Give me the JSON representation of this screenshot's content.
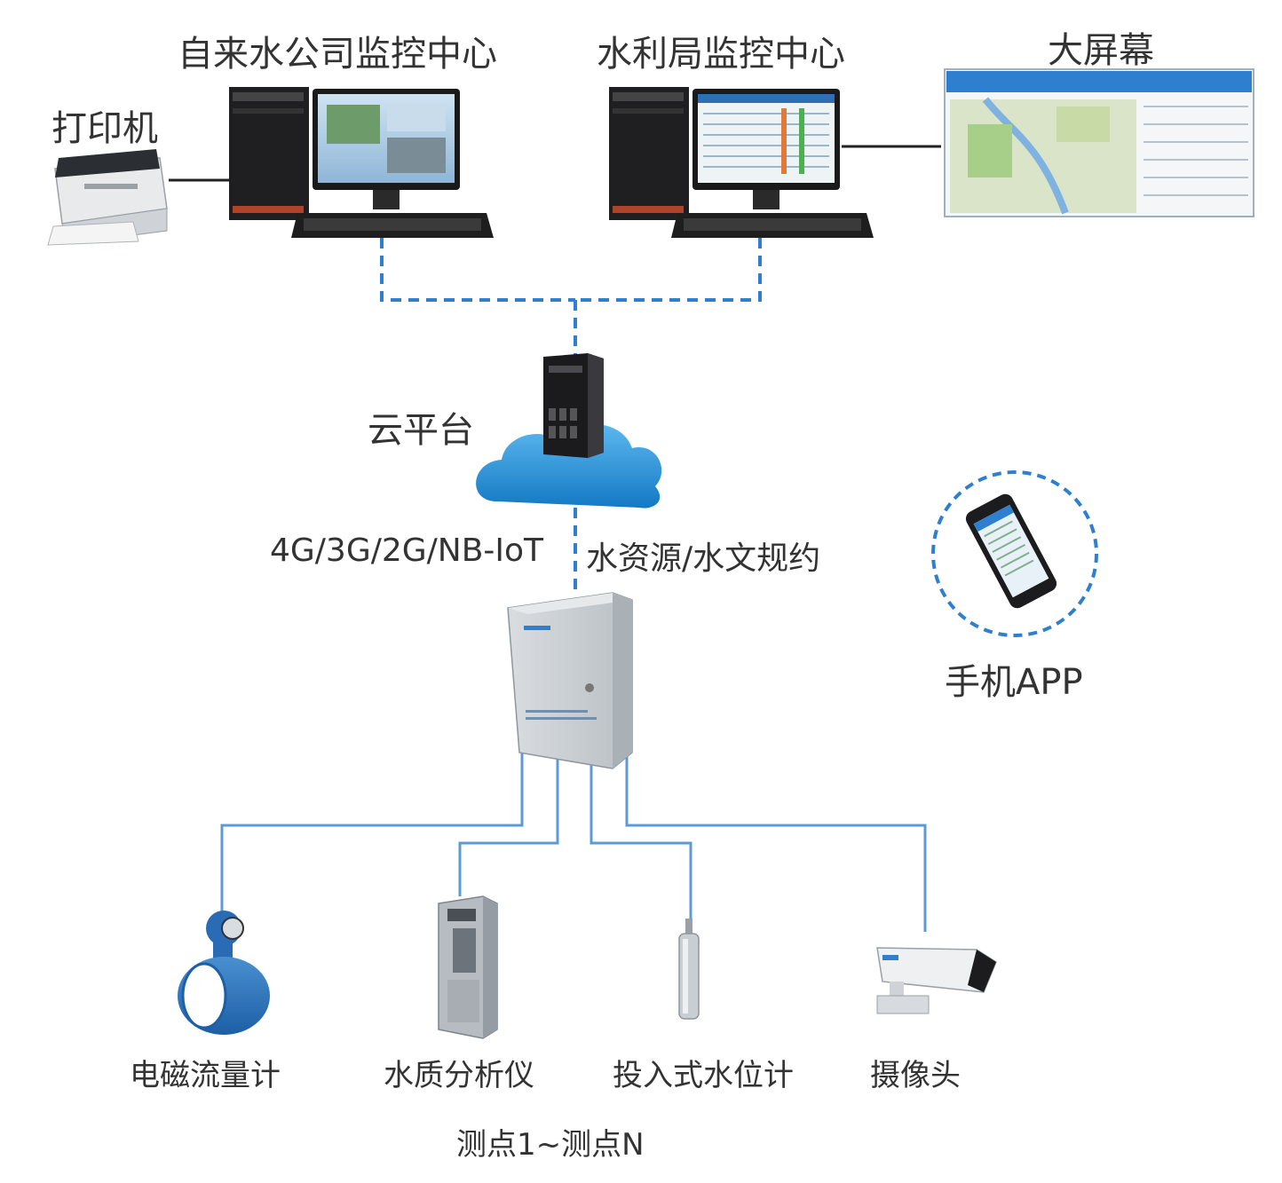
{
  "labels": {
    "water_company_center": "自来水公司监控中心",
    "water_bureau_center": "水利局监控中心",
    "big_screen": "大屏幕",
    "printer": "打印机",
    "cloud_platform": "云平台",
    "network_protocols": "4G/3G/2G/NB-IoT",
    "water_protocol": "水资源/水文规约",
    "mobile_app": "手机APP",
    "flow_meter": "电磁流量计",
    "water_quality_analyzer": "水质分析仪",
    "level_gauge": "投入式水位计",
    "camera": "摄像头",
    "measure_points": "测点1~测点N"
  },
  "colors": {
    "dashed_link": "#2f7fd0",
    "solid_link": "#5b9bd5",
    "cloud": "#1e8fd6",
    "text": "#333333"
  }
}
